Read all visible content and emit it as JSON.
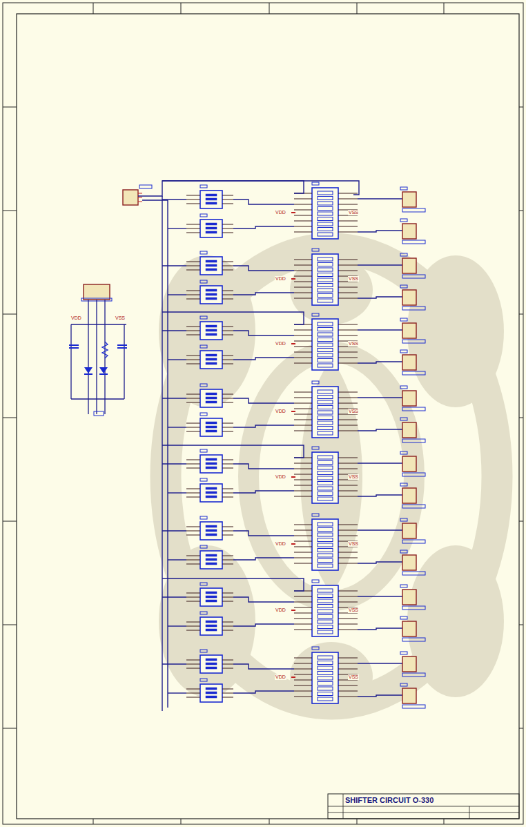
{
  "diagram": {
    "title": "SHIFTER CIRCUIT O-330",
    "labels": [
      "VDD",
      "VSS",
      "VDD",
      "VSS",
      "VDD",
      "VSS",
      "VDD",
      "VSS",
      "VDD",
      "VSS",
      "VDD",
      "VSS",
      "VDD",
      "VSS",
      "VDD",
      "VSS",
      "VDD",
      "VSS"
    ]
  }
}
